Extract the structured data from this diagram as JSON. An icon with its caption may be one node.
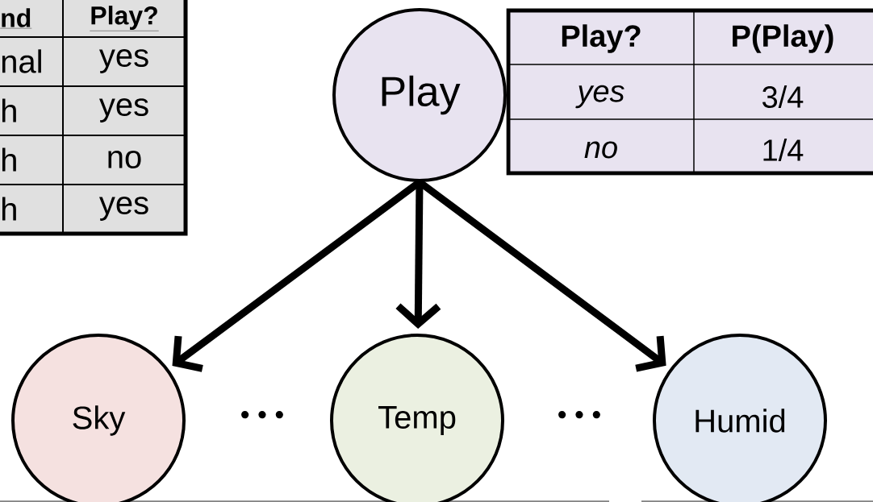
{
  "diagram": {
    "nodes": [
      {
        "text": [
          "Play"
        ]
      },
      {
        "text": [
          "Sky"
        ]
      },
      {
        "text": [
          "Temp"
        ]
      },
      {
        "text": [
          "Humid"
        ]
      }
    ],
    "edges": [
      {
        "from": 0,
        "to": 1,
        "arrow": "to"
      },
      {
        "from": 0,
        "to": 2,
        "arrow": "to"
      },
      {
        "from": 0,
        "to": 3,
        "arrow": "to"
      }
    ],
    "labels": [
      "nd",
      "Play?",
      "nal",
      "yes",
      "h",
      "yes",
      "h",
      "no",
      "h",
      "yes",
      "Play?",
      "P(Play)",
      "yes",
      "3/4",
      "no",
      "1/4",
      "• • •",
      "• • •"
    ]
  }
}
